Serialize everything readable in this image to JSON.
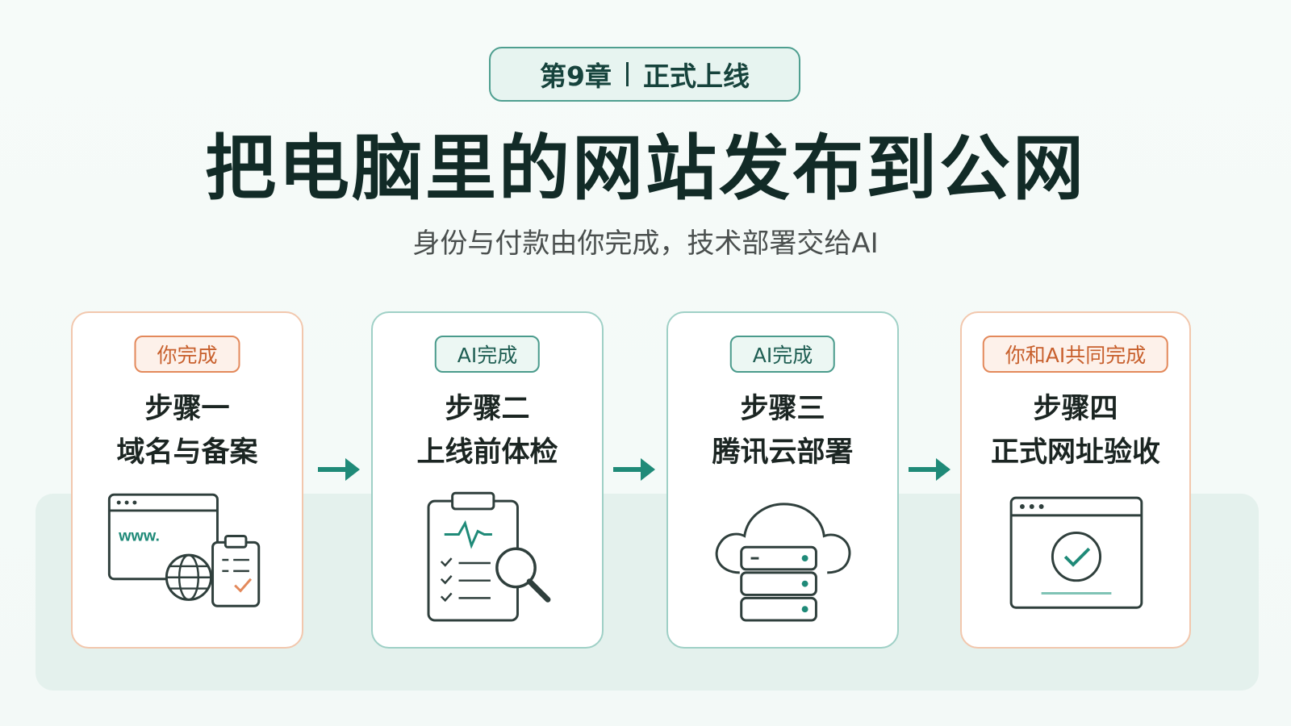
{
  "header": {
    "chapter_label": "第9章",
    "chapter_topic": "正式上线",
    "title": "把电脑里的网站发布到公网",
    "subtitle": "身份与付款由你完成，技术部署交给AI"
  },
  "steps": [
    {
      "badge": "你完成",
      "owner": "user",
      "step": "步骤一",
      "name": "域名与备案",
      "icon": "browser-globe-clipboard-icon",
      "icon_text": "www."
    },
    {
      "badge": "AI完成",
      "owner": "ai",
      "step": "步骤二",
      "name": "上线前体检",
      "icon": "clipboard-checklist-magnifier-icon"
    },
    {
      "badge": "AI完成",
      "owner": "ai",
      "step": "步骤三",
      "name": "腾讯云部署",
      "icon": "cloud-server-icon"
    },
    {
      "badge": "你和AI共同完成",
      "owner": "user",
      "step": "步骤四",
      "name": "正式网址验收",
      "icon": "browser-check-icon"
    }
  ],
  "colors": {
    "teal_accent": "#1f8a78",
    "dark_text": "#122b27",
    "user_orange": "#e3895b",
    "ai_teal": "#4a9b8c",
    "band": "#e4f1ed"
  }
}
